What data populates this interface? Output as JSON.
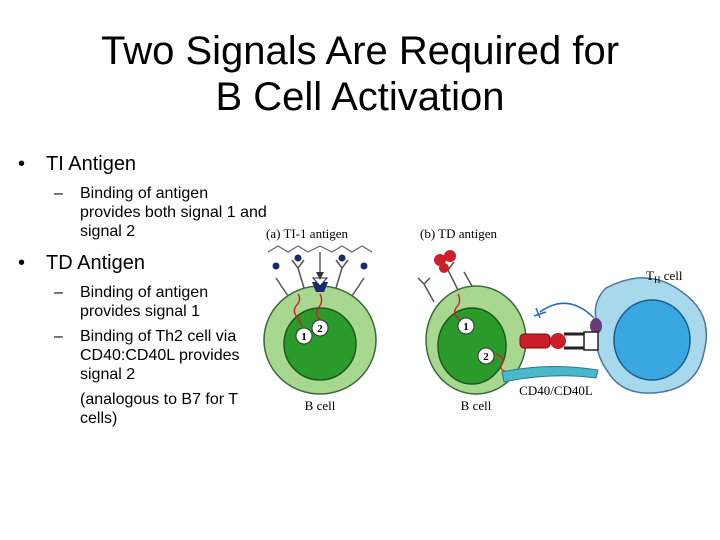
{
  "title": {
    "line1": "Two Signals Are Required for",
    "line2": "B Cell Activation"
  },
  "bullets": [
    {
      "text": "TI Antigen",
      "subs": [
        "Binding of antigen provides both signal 1 and signal 2"
      ]
    },
    {
      "text": "TD Antigen",
      "subs": [
        "Binding of antigen provides signal 1",
        "Binding of Th2 cell via CD40:CD40L provides signal 2"
      ],
      "continuation": "(analogous to B7 for T cells)"
    }
  ],
  "bullet_marks": {
    "level1": "•",
    "level2": "–"
  },
  "figure": {
    "panel_a": {
      "caption": "(a)  TI-1 antigen",
      "cell_label": "B cell",
      "signal1": "1",
      "signal2": "2"
    },
    "panel_b": {
      "caption": "(b)  TD antigen",
      "cell_label": "B cell",
      "th_label_main": "T",
      "th_label_sub": "H",
      "th_label_rest": " cell",
      "signal1": "1",
      "signal2": "2",
      "interaction_label": "CD40/CD40L"
    }
  },
  "colors": {
    "b_cell_outer": "#a8d890",
    "b_cell_nucleus": "#2a9a2a",
    "th_cell_outer": "#a8d8ec",
    "th_cell_nucleus": "#3aa8e0",
    "antigen": "#cc1f2a",
    "receptor_dark": "#1a2a6a",
    "arrow_blue": "#2a6ab8"
  }
}
